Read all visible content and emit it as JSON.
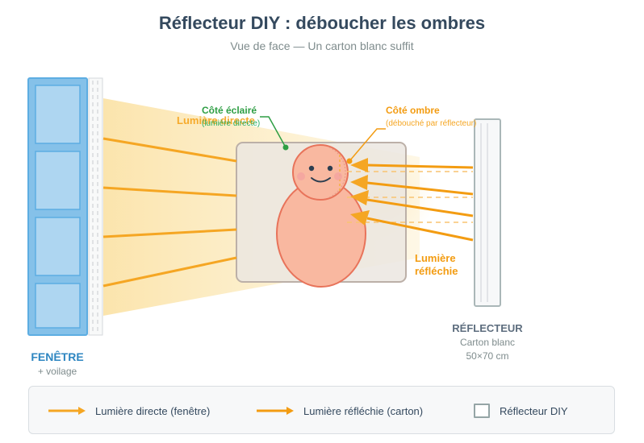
{
  "title": "Réflecteur DIY : déboucher les ombres",
  "subtitle": "Vue de face — Un carton blanc suffit",
  "window": {
    "label": "FENÊTRE",
    "sublabel": "+ voilage"
  },
  "reflector": {
    "label": "RÉFLECTEUR",
    "sublabel1": "Carton blanc",
    "sublabel2": "50×70 cm"
  },
  "labels": {
    "direct_light": "Lumière directe",
    "lit_side": "Côté éclairé",
    "lit_side_note": "(lumière directe)",
    "shadow_side": "Côté ombre",
    "shadow_side_note": "(débouché par réflecteur)",
    "reflected_light_1": "Lumière",
    "reflected_light_2": "réfléchie"
  },
  "legend": {
    "direct": "Lumière directe (fenêtre)",
    "reflected": "Lumière réfléchie (carton)",
    "reflector": "Réflecteur DIY"
  },
  "colors": {
    "window_blue": "#85c1e9",
    "direct_orange": "#f5a623",
    "reflected_orange": "#f39c12",
    "lit_green": "#2e9e44",
    "skin": "#f9b8a0"
  }
}
